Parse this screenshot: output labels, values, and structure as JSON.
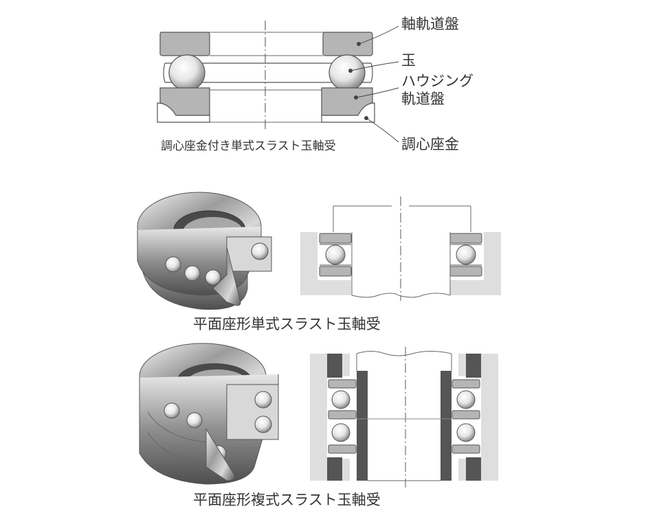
{
  "top_diagram": {
    "callouts": {
      "shaft_washer": "軸軌道盤",
      "ball": "玉",
      "housing_washer_line1": "ハウジング",
      "housing_washer_line2": "軌道盤",
      "seat_washer": "調心座金"
    },
    "caption": "調心座金付き単式スラスト玉軸受"
  },
  "single_direction": {
    "caption": "平面座形単式スラスト玉軸受"
  },
  "double_direction": {
    "caption": "平面座形複式スラスト玉軸受"
  },
  "colors": {
    "washer_fill": "#b5b5b5",
    "outline": "#555555",
    "housing_fill": "#dedede",
    "dark_ring": "#555555",
    "text": "#333333"
  }
}
